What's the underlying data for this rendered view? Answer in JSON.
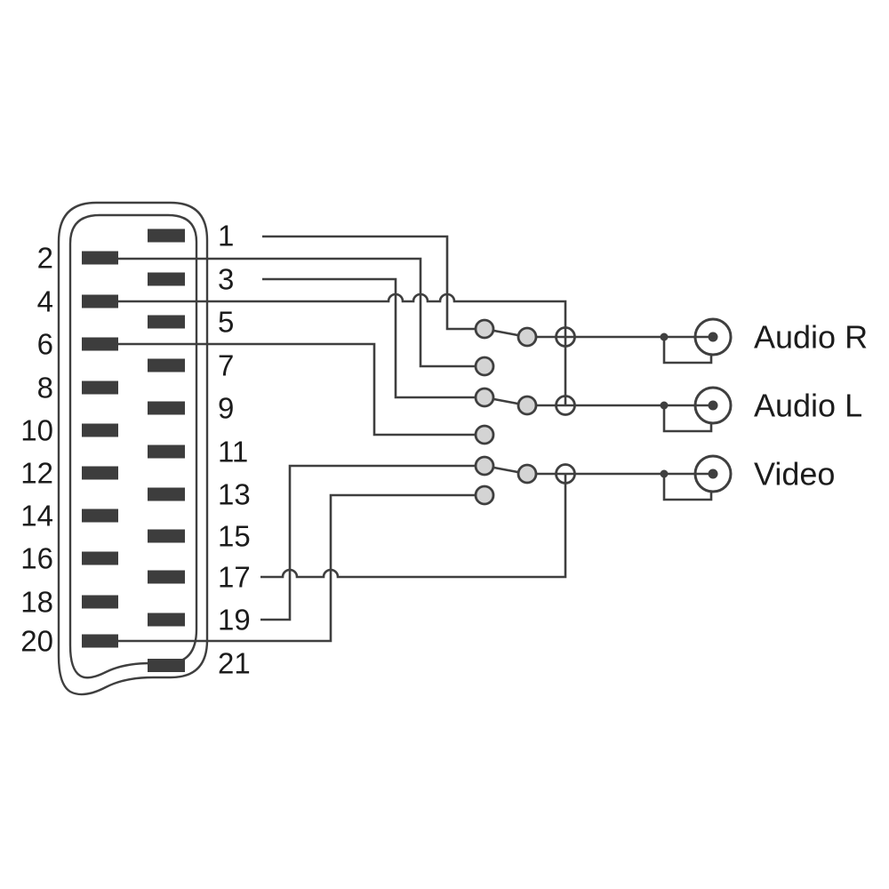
{
  "diagram": {
    "even_pins": [
      "2",
      "4",
      "6",
      "8",
      "10",
      "12",
      "14",
      "16",
      "18",
      "20"
    ],
    "odd_pins": [
      "1",
      "3",
      "5",
      "7",
      "9",
      "11",
      "13",
      "15",
      "17",
      "19",
      "21"
    ],
    "outputs": [
      "Audio R",
      "Audio L",
      "Video"
    ]
  },
  "colors": {
    "line": "#3f3f3f",
    "pin_fill": "#3d3d3d",
    "contact_fill": "#d4d4d4",
    "text": "#1c1c1c",
    "background": "#ffffff"
  }
}
